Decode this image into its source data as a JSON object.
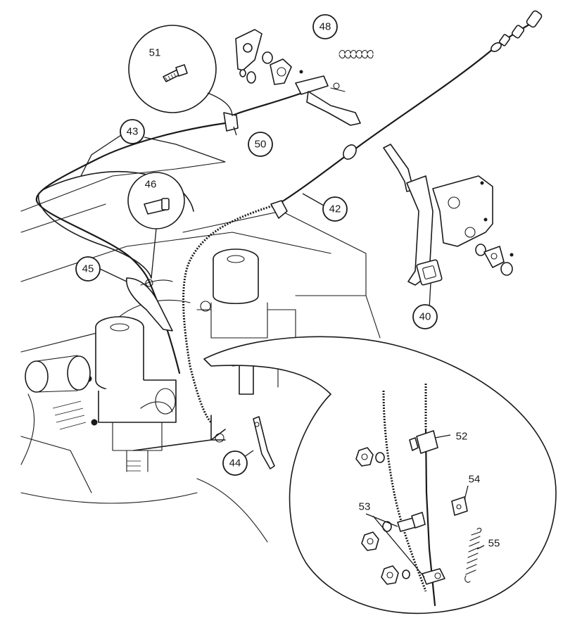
{
  "callouts": [
    {
      "id": "40",
      "label": "40"
    },
    {
      "id": "42",
      "label": "42"
    },
    {
      "id": "43",
      "label": "43"
    },
    {
      "id": "44",
      "label": "44"
    },
    {
      "id": "45",
      "label": "45"
    },
    {
      "id": "46",
      "label": "46"
    },
    {
      "id": "48",
      "label": "48"
    },
    {
      "id": "50",
      "label": "50"
    },
    {
      "id": "51",
      "label": "51"
    },
    {
      "id": "52",
      "label": "52"
    },
    {
      "id": "53",
      "label": "53"
    },
    {
      "id": "54",
      "label": "54"
    },
    {
      "id": "55",
      "label": "55"
    }
  ],
  "colors": {
    "line": "#1a1a1a",
    "background": "#ffffff"
  }
}
